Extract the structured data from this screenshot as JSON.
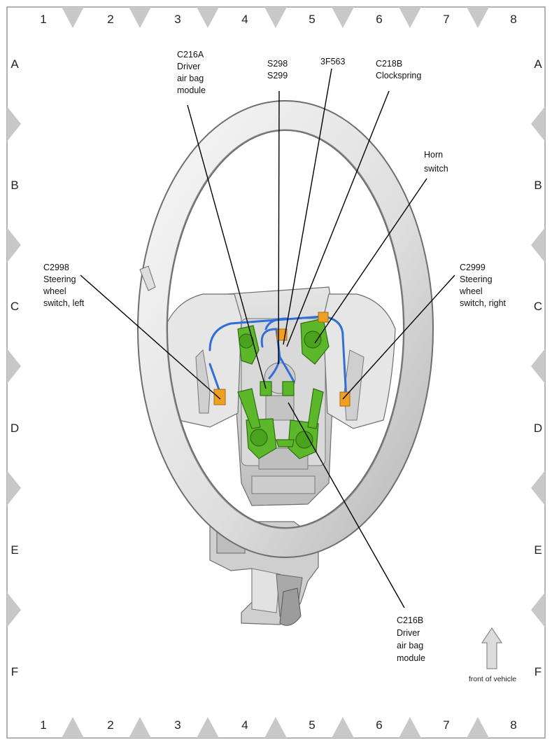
{
  "grid": {
    "columns": [
      "1",
      "2",
      "3",
      "4",
      "5",
      "6",
      "7",
      "8"
    ],
    "rows": [
      "A",
      "B",
      "C",
      "D",
      "E",
      "F"
    ]
  },
  "callouts": {
    "c216a": [
      "C216A",
      "Driver",
      "air bag",
      "module"
    ],
    "s298": [
      "S298",
      "S299"
    ],
    "f563": [
      "3F563"
    ],
    "c218b": [
      "C218B",
      "Clockspring"
    ],
    "horn": [
      "Horn",
      "switch"
    ],
    "c2998": [
      "C2998",
      "Steering",
      "wheel",
      "switch, left"
    ],
    "c2999": [
      "C2999",
      "Steering",
      "wheel",
      "switch, right"
    ],
    "c216b": [
      "C216B",
      "Driver",
      "air bag",
      "module"
    ]
  },
  "orientation": {
    "label": "front of vehicle",
    "icon": "up-arrow-icon"
  },
  "colors": {
    "harness": "#2f6fd6",
    "bracket": "#5cb82a",
    "connector": "#f0a020",
    "wheel": "#e6e6e6",
    "grid_triangle": "#c8c8c8"
  }
}
